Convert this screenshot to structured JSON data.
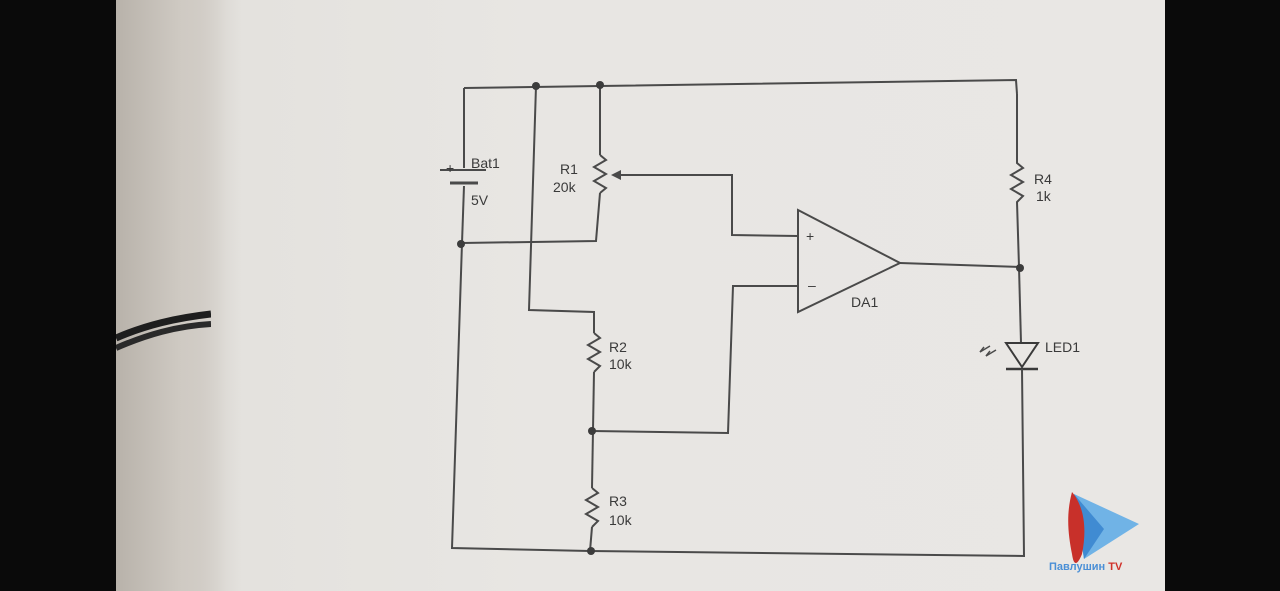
{
  "diagram": {
    "battery": {
      "name": "Bat1",
      "value": "5V",
      "polarity": "+"
    },
    "r1": {
      "name": "R1",
      "value": "20k"
    },
    "r2": {
      "name": "R2",
      "value": "10k"
    },
    "r3": {
      "name": "R3",
      "value": "10k"
    },
    "r4": {
      "name": "R4",
      "value": "1k"
    },
    "opamp": {
      "name": "DA1",
      "plus": "+",
      "minus": "–"
    },
    "led": {
      "name": "LED1"
    }
  },
  "watermark": {
    "text": "Павлушин",
    "suffix": "TV"
  },
  "colors": {
    "wire": "#4a4a4a",
    "paper": "#e8e6e3",
    "logo_blue": "#4a8fd6",
    "logo_red": "#d0322a"
  }
}
